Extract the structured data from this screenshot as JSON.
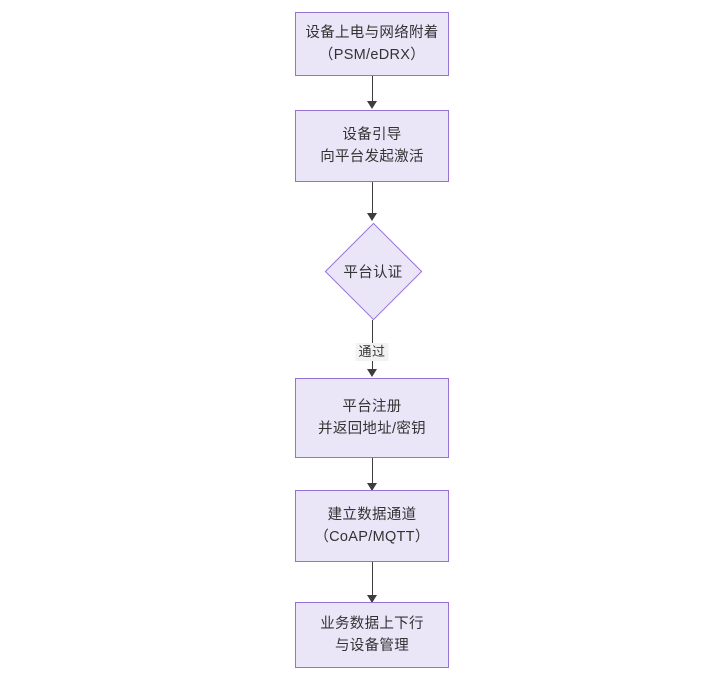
{
  "diagram": {
    "type": "flowchart",
    "orientation": "top-to-bottom",
    "theme": {
      "node_fill": "#eae6f8",
      "node_border": "#9673d3",
      "text_color": "#333333",
      "edge_color": "#3d3d3d",
      "background": "#ffffff",
      "edge_label_background": "#f2f2f2"
    },
    "nodes": [
      {
        "id": "power-on",
        "shape": "rect",
        "lines": [
          "设备上电与网络附着",
          "（PSM/eDRX）"
        ]
      },
      {
        "id": "bootstrap",
        "shape": "rect",
        "lines": [
          "设备引导",
          "向平台发起激活"
        ]
      },
      {
        "id": "platform-auth",
        "shape": "diamond",
        "lines": [
          "平台认证"
        ]
      },
      {
        "id": "platform-register",
        "shape": "rect",
        "lines": [
          "平台注册",
          "并返回地址/密钥"
        ]
      },
      {
        "id": "data-channel",
        "shape": "rect",
        "lines": [
          "建立数据通道",
          "（CoAP/MQTT）"
        ]
      },
      {
        "id": "service-data",
        "shape": "rect",
        "lines": [
          "业务数据上下行",
          "与设备管理"
        ]
      }
    ],
    "edges": [
      {
        "from": "power-on",
        "to": "bootstrap",
        "label": ""
      },
      {
        "from": "bootstrap",
        "to": "platform-auth",
        "label": ""
      },
      {
        "from": "platform-auth",
        "to": "platform-register",
        "label": "通过"
      },
      {
        "from": "platform-register",
        "to": "data-channel",
        "label": ""
      },
      {
        "from": "data-channel",
        "to": "service-data",
        "label": ""
      }
    ]
  }
}
